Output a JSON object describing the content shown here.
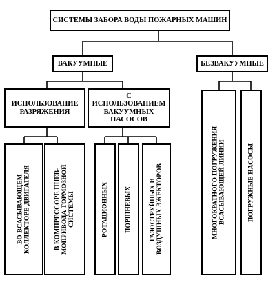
{
  "diagram": {
    "root": "СИСТЕМЫ ЗАБОРА ВОДЫ ПОЖАРНЫХ МАШИН",
    "vacuum": "ВАКУУМНЫЕ",
    "non_vacuum": "БЕЗВАКУУМНЫЕ",
    "rarefaction": "ИСПОЛЬЗОВАНИЕ\nРАЗРЯЖЕНИЯ",
    "vacuum_pumps": "С ИСПОЛЬЗОВАНИЕМ\nВАКУУМНЫХ\nНАСОСОВ",
    "intake_manifold": "ВО ВСАСЫВАЮЩЕМ\nКОЛЛЕКТОРЕ ДВИГАТЕЛЯ",
    "brake_compressor": "В КОМПРЕССОРЕ ПНЕВ-\nМОПРИВОДА ТОРМОЗНОЙ\nСИСТЕМЫ",
    "rotary": "РОТАЦИОННЫХ",
    "piston": "ПОРШНЕВЫХ",
    "ejectors": "ГАЗОСТРУЙНЫХ И\nВОЗДУШНЫХ ЭЖЕКТОРОВ",
    "multiple_immersion": "МНОГОКРАТНОГО ПОГРУЖЕНИЯ\nВСАСЫВАЮЩЕЙ ЛИНИИ",
    "submersible_pumps": "ПОГРУЖНЫЕ НАСОСЫ"
  }
}
